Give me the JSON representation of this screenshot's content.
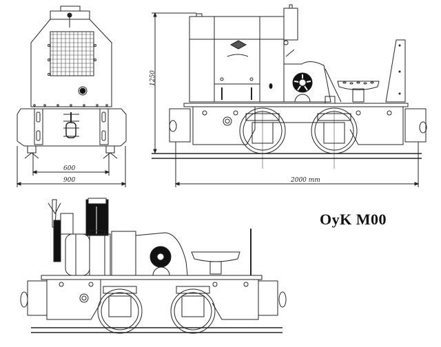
{
  "title": "OyK M00",
  "front_view": {
    "dimensions": {
      "track_gauge": "600",
      "overall_width": "900"
    }
  },
  "side_view": {
    "dimensions": {
      "height": "1250",
      "length": "2000 mm"
    }
  },
  "perspective_view": {},
  "colors": {
    "line": "#222222",
    "background": "#ffffff",
    "fill_dark": "#111111"
  }
}
